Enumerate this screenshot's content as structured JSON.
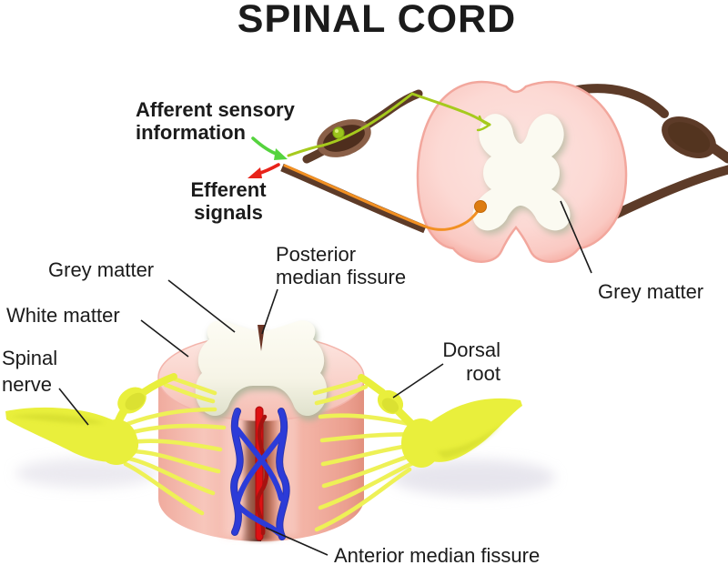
{
  "title": "SPINAL CORD",
  "labels": {
    "afferent_line1": "Afferent sensory",
    "afferent_line2": "information",
    "efferent_line1": "Efferent",
    "efferent_line2": "signals",
    "grey_matter_top": "Grey matter",
    "grey_matter": "Grey matter",
    "white_matter": "White matter",
    "spinal_nerve_line1": "Spinal",
    "spinal_nerve_line2": "nerve",
    "posterior_fissure_line1": "Posterior",
    "posterior_fissure_line2": "median fissure",
    "dorsal_root_line1": "Dorsal",
    "dorsal_root_line2": "root",
    "anterior_fissure": "Anterior median fissure"
  },
  "colors": {
    "background": "#ffffff",
    "text": "#1b1b1b",
    "cord_pink": "#fcdcd7",
    "cord_pink_rim": "#f4a89e",
    "grey_matter_ivory": "#fbfaf1",
    "grey_matter_shadow": "#c2c7ad",
    "nerve_fiber_brown": "#5d3b28",
    "ganglion_brown_outer": "#8a5f47",
    "ganglion_brown_inner": "#4e2e1d",
    "afferent_fiber_green": "#a6ca1d",
    "soma_green": "#9cc41d",
    "efferent_fiber_orange": "#f29022",
    "soma_orange": "#dd7c11",
    "arrow_green": "#55d33e",
    "arrow_red": "#e8231a",
    "spinal_nerve_yellow": "#edf24e",
    "spinal_nerve_yellow_dark": "#ccd52c",
    "artery_red": "#de1113",
    "vein_blue": "#2c3bd8",
    "vessel_dark_red": "#a61310",
    "cylinder_front_pink": "#f4b8ac",
    "fissure_groove_brown": "#8a4a3a"
  }
}
